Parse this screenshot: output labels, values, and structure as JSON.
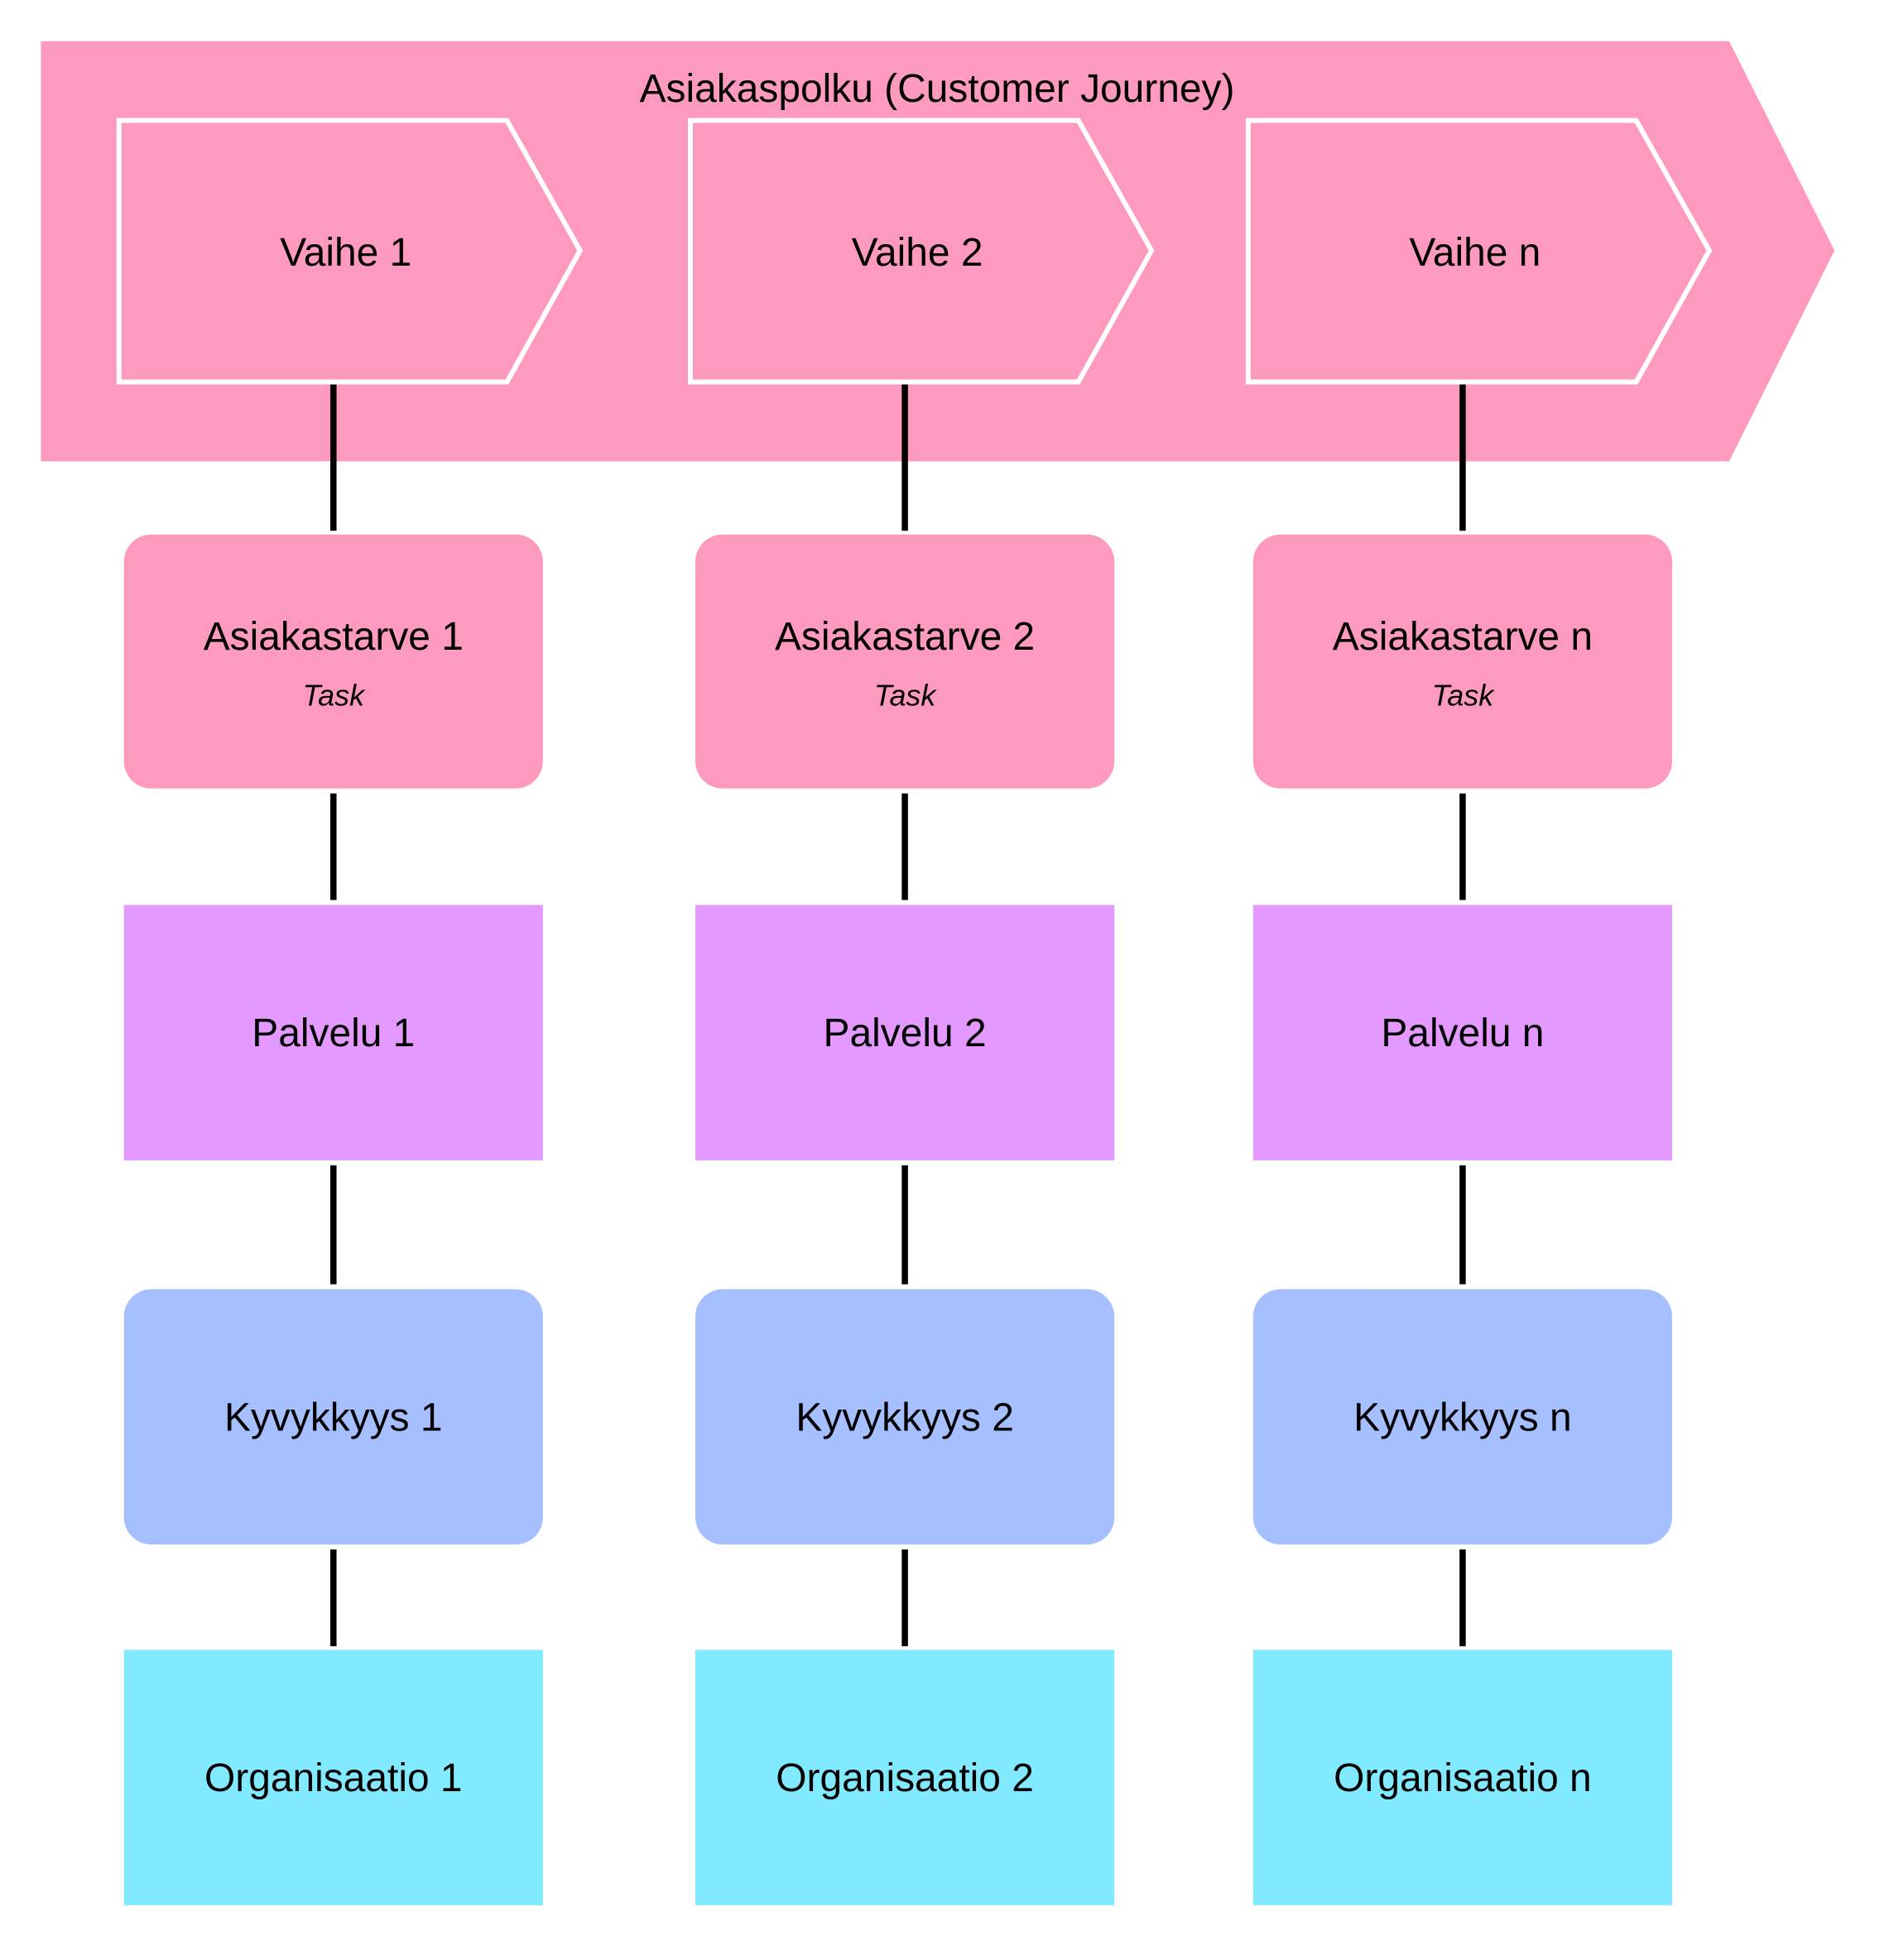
{
  "title": "Asiakaspolku (Customer Journey)",
  "colors": {
    "journey": "#fe9abd",
    "stage_border": "#ffffff",
    "need": "#fe9abd",
    "service": "#e399fd",
    "capability": "#a6bffe",
    "organization": "#82eaff",
    "connector": "#000000"
  },
  "columns": [
    {
      "stage": "Vaihe 1",
      "need": "Asiakastarve 1",
      "need_type": "Task",
      "service": "Palvelu 1",
      "capability": "Kyvykkyys 1",
      "organization": "Organisaatio 1"
    },
    {
      "stage": "Vaihe 2",
      "need": "Asiakastarve 2",
      "need_type": "Task",
      "service": "Palvelu 2",
      "capability": "Kyvykkyys 2",
      "organization": "Organisaatio 2"
    },
    {
      "stage": "Vaihe n",
      "need": "Asiakastarve n",
      "need_type": "Task",
      "service": "Palvelu n",
      "capability": "Kyvykkyys n",
      "organization": "Organisaatio n"
    }
  ]
}
